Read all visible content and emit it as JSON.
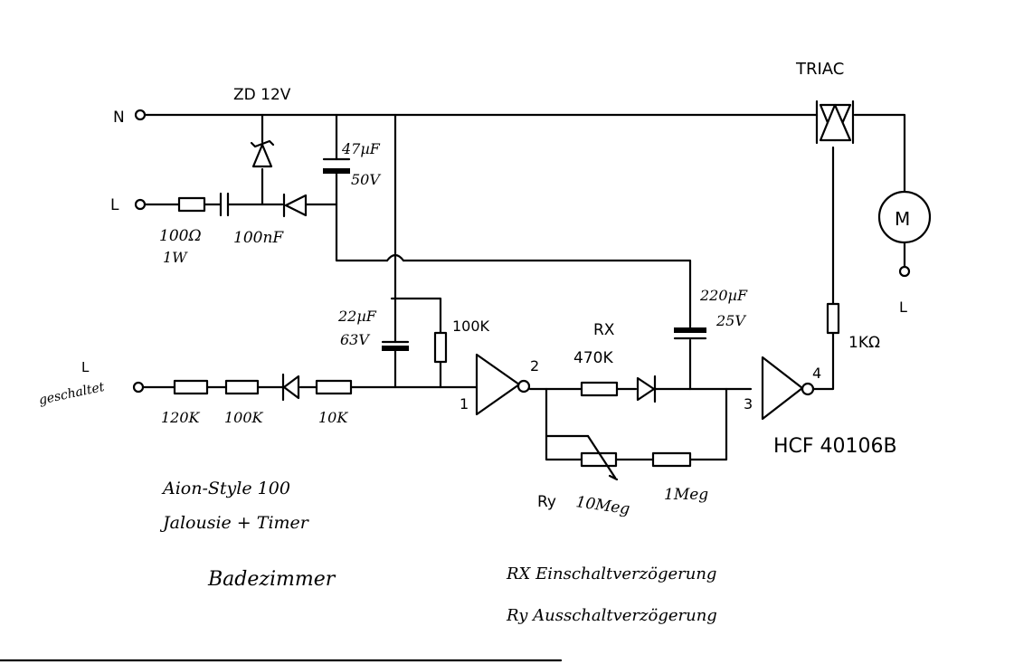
{
  "diagram": {
    "components": {
      "triac": "TRIAC",
      "zener": "ZD 12V",
      "cap_47uf_value": "47µF",
      "cap_47uf_voltage": "50V",
      "res_100ohm_value": "100Ω",
      "res_100ohm_power": "1W",
      "cap_100nf": "100nF",
      "cap_22uf_value": "22µF",
      "cap_22uf_voltage": "63V",
      "res_100k_top": "100K",
      "res_rx_name": "RX",
      "res_rx_value": "470K",
      "cap_220uf_value": "220µF",
      "cap_220uf_voltage": "25V",
      "res_1k": "1KΩ",
      "motor": "M",
      "res_120k": "120K",
      "res_100k_bottom": "100K",
      "res_10k": "10K",
      "pot_ry_name": "Ry",
      "pot_ry_value": "10Meg",
      "res_1meg": "1Meg",
      "ic_part": "HCF 40106B"
    },
    "terminals": {
      "neutral": "N",
      "line_top": "L",
      "line_switched_label": "L",
      "line_switched_note": "geschaltet",
      "motor_line": "L"
    },
    "pins": {
      "pin1": "1",
      "pin2": "2",
      "pin3": "3",
      "pin4": "4"
    },
    "notes": {
      "line1": "Aion-Style 100",
      "line2": "Jalousie + Timer",
      "line3": "Badezimmer",
      "rx_note": "RX Einschaltverzögerung",
      "ry_note": "Ry Ausschaltverzögerung"
    }
  }
}
